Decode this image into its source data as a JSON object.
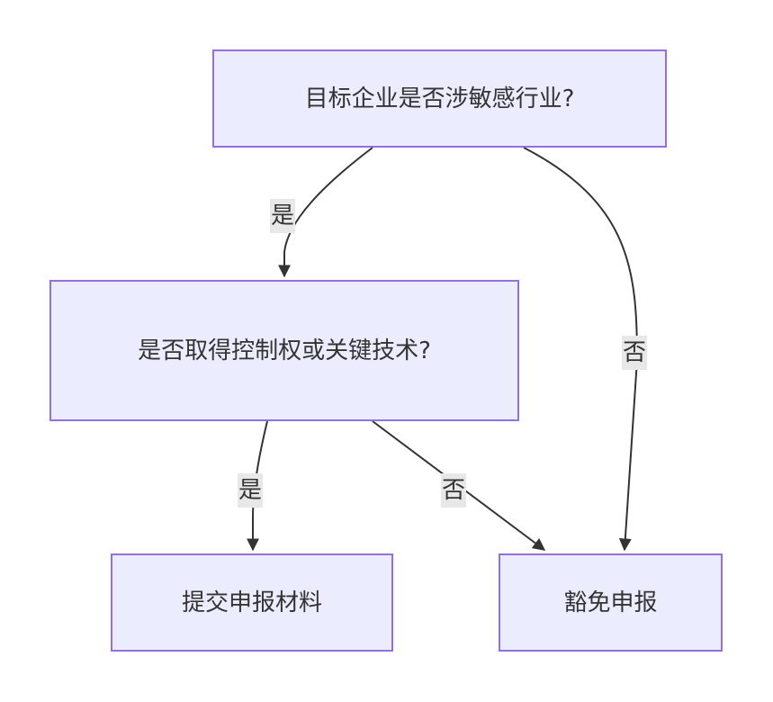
{
  "nodes": {
    "q1": "目标企业是否涉敏感行业?",
    "q2": "是否取得控制权或关键技术?",
    "submit": "提交申报材料",
    "exempt": "豁免申报"
  },
  "edges": {
    "q1_yes": "是",
    "q1_no": "否",
    "q2_yes": "是",
    "q2_no": "否"
  },
  "colors": {
    "node_fill": "#ececff",
    "node_border": "#9370db",
    "edge": "#333333",
    "label_bg": "#e8e8e8"
  }
}
